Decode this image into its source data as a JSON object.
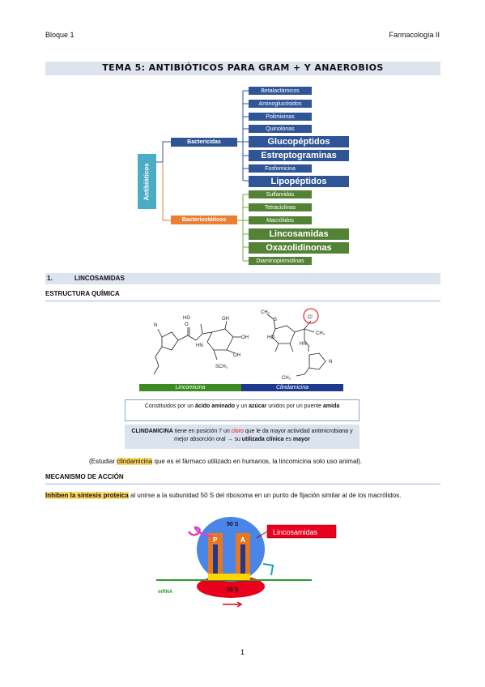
{
  "header": {
    "left": "Bloque 1",
    "right": "Farmacología II"
  },
  "title": "TEMA 5: ANTIBIÓTICOS PARA GRAM + Y ANAEROBIOS",
  "tree": {
    "root": "Antibióticos",
    "bactericidas": {
      "label": "Bactericidas",
      "items": [
        "Betalactámicos",
        "Aminoglucósidos",
        "Polimixinas",
        "Quinolonas",
        "Glucopéptidos",
        "Estreptograminas",
        "Fosfomicina",
        "Lipopéptidos"
      ]
    },
    "bacteriostaticos": {
      "label": "Bacteriostáticos",
      "items": [
        "Sulfamidas",
        "Tetraciclinas",
        "Macrólidos",
        "Lincosamidas",
        "Oxazolidinonas",
        "Diaminopirimidinas"
      ]
    }
  },
  "section1": {
    "number": "1.",
    "title": "LINCOSAMIDAS"
  },
  "estructura": {
    "heading": "ESTRUCTURA QUÍMICA",
    "lincomicina": "Lincomicina",
    "clindamicina": "Clindamicina",
    "box1": {
      "pre": "Constituidos por un ",
      "b1": "ácido aminado",
      "mid": " y un ",
      "b2": "azúcar",
      "post": " unidos por un puente ",
      "b3": "amida"
    },
    "box2": {
      "b1": "CLINDAMICINA",
      "pre": " tiene en posición 7 un ",
      "red": "cloro",
      "mid": " que le da mayor actividad antimicrobiana y mejor absorción oral → su ",
      "b2": "utilizada clínica",
      "mid2": " es ",
      "b3": "mayor"
    },
    "note": {
      "pre": "(Estudiar ",
      "hl": "clindamicina",
      "post": " que es el fármaco utilizado en humanos, la lincomicina solo uso animal)."
    },
    "mol_labels": {
      "ho": "HO",
      "hn": "HN",
      "n": "N",
      "h": "H",
      "oh": "OH",
      "o": "O",
      "sch3": "SCH₃",
      "ch3s": "CH₃",
      "s": "S",
      "cl": "Cl",
      "ch3": "CH₃"
    }
  },
  "mecanismo": {
    "heading": "MECANISMO DE ACCIÓN",
    "hl": "Inhiben la síntesis proteica",
    "text": " al unirse a la subunidad 50 S del ribosoma en un punto de fijación similar al de los macrólidos.",
    "diagram": {
      "s50": "50 S",
      "s30": "30 S",
      "p": "P",
      "a": "A",
      "drug": "Lincosamidas",
      "mrna": "mRNA"
    }
  },
  "footer": {
    "page": "1"
  },
  "colors": {
    "blue": "#2f5597",
    "green": "#548235",
    "teal": "#4bacc6",
    "orange": "#ed7d31"
  }
}
